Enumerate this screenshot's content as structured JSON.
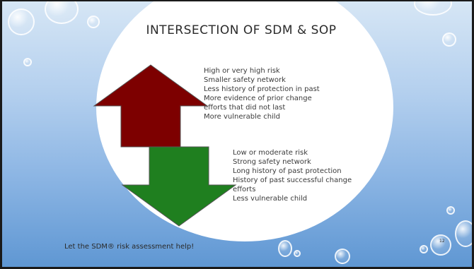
{
  "slide": {
    "title": "INTERSECTION OF SDM & SOP",
    "up_arrow": {
      "color": "#7d0000",
      "lines": [
        "High or very high risk",
        "Smaller safety network",
        "Less history of protection in past",
        "More evidence of prior change",
        "efforts that did not last",
        "More vulnerable child"
      ]
    },
    "down_arrow": {
      "color": "#1f7f1f",
      "lines": [
        "Low or moderate risk",
        "Strong safety network",
        "Long history of past protection",
        "History of past successful change",
        "efforts",
        "Less vulnerable child"
      ]
    },
    "footer": "Let the SDM® risk assessment help!",
    "page_number": "12"
  }
}
